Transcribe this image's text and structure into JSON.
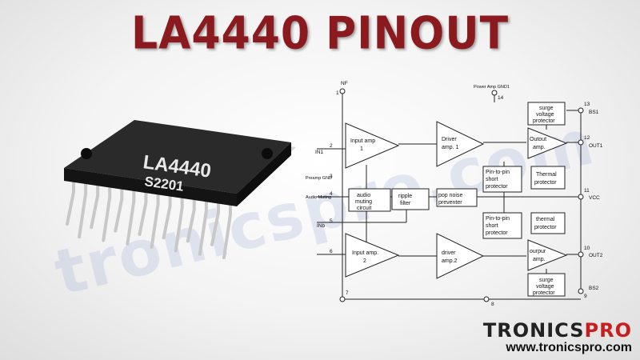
{
  "title": "LA4440 PINOUT",
  "watermark": "tronicspro.com",
  "chip": {
    "marking_line1": "LA4440",
    "marking_line2": "S2201"
  },
  "pins": [
    {
      "num": "1",
      "label": "NF"
    },
    {
      "num": "2",
      "label": "IN1"
    },
    {
      "num": "3",
      "label": "Preamp GND"
    },
    {
      "num": "4",
      "label": "Audio Muting"
    },
    {
      "num": "5",
      "label": "INb"
    },
    {
      "num": "6",
      "label": ""
    },
    {
      "num": "7",
      "label": ""
    },
    {
      "num": "8",
      "label": ""
    },
    {
      "num": "9",
      "label": ""
    },
    {
      "num": "10",
      "label": "OUT2"
    },
    {
      "num": "11",
      "label": "VCC"
    },
    {
      "num": "12",
      "label": "OUT1"
    },
    {
      "num": "13",
      "label": "BS1"
    },
    {
      "num": "14",
      "label": "Power Amp GND1"
    }
  ],
  "extra_labels": {
    "bs2": "BS2"
  },
  "blocks": {
    "input_amp1": [
      "Input amp",
      "1"
    ],
    "driver_amp1": [
      "Driver",
      "amp. 1"
    ],
    "output_amp1": [
      "Outout",
      "amp."
    ],
    "surge1": [
      "surge",
      "voltage",
      "protector"
    ],
    "thermal1": [
      "Thermal",
      "protector"
    ],
    "pin_short1": [
      "Pin-to-pin",
      "short",
      "protector"
    ],
    "audio_muting": [
      "audio",
      "muting",
      "circuit"
    ],
    "ripple": [
      "ripple",
      "filter"
    ],
    "pop_noise": [
      "pop noise",
      "preventer"
    ],
    "pin_short2": [
      "Pin-to-pin",
      "short",
      "protector"
    ],
    "thermal2": [
      "thermal",
      "protector"
    ],
    "input_amp2": [
      "Input amp.",
      "2"
    ],
    "driver_amp2": [
      "driver",
      "amp.2"
    ],
    "output_amp2": [
      "ourpur",
      "amp."
    ],
    "surge2": [
      "surge",
      "voltage",
      "protector"
    ]
  },
  "brand": {
    "name_part1": "TRONICS",
    "name_part2": "PRO",
    "url": "www.tronicspro.com"
  },
  "colors": {
    "title": "#8b1a1f",
    "brand_red": "#c81e1e",
    "chip_body": "#1d1d1d",
    "pins": "#c8c8c8"
  }
}
